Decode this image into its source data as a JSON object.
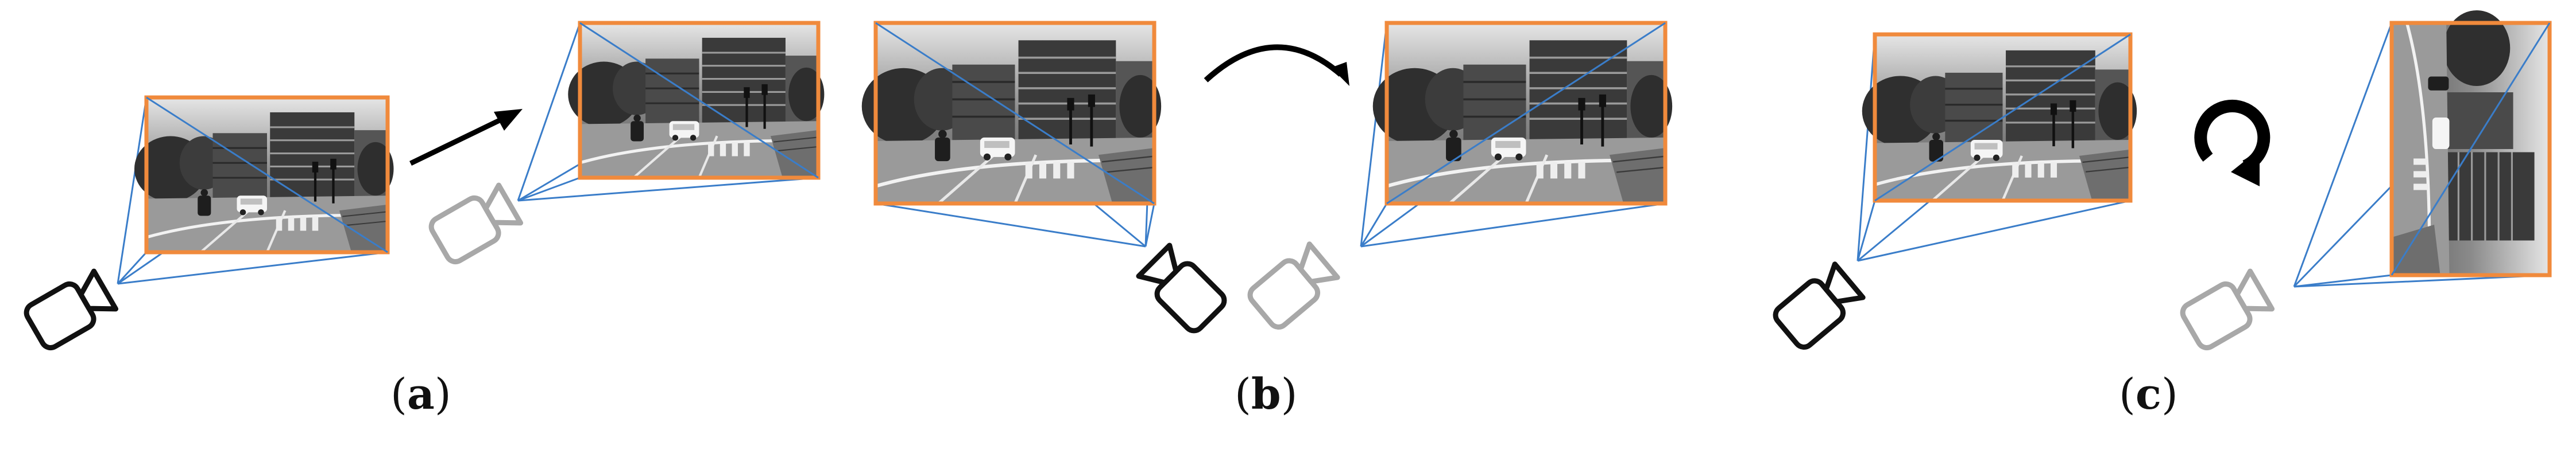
{
  "colors": {
    "frame_border": "#f08a3c",
    "projection_line": "#3a7dc9",
    "camera_active": "#111111",
    "camera_ghost": "#a8a8a8",
    "arrow": "#000000"
  },
  "icons": {
    "camera": "camera-icon",
    "translation": "straight-arrow-icon",
    "pan_rotation": "curved-arrow-icon",
    "roll_rotation": "circular-arrow-icon"
  },
  "panels": [
    {
      "label": "a"
    },
    {
      "label": "b"
    },
    {
      "label": "c"
    }
  ]
}
